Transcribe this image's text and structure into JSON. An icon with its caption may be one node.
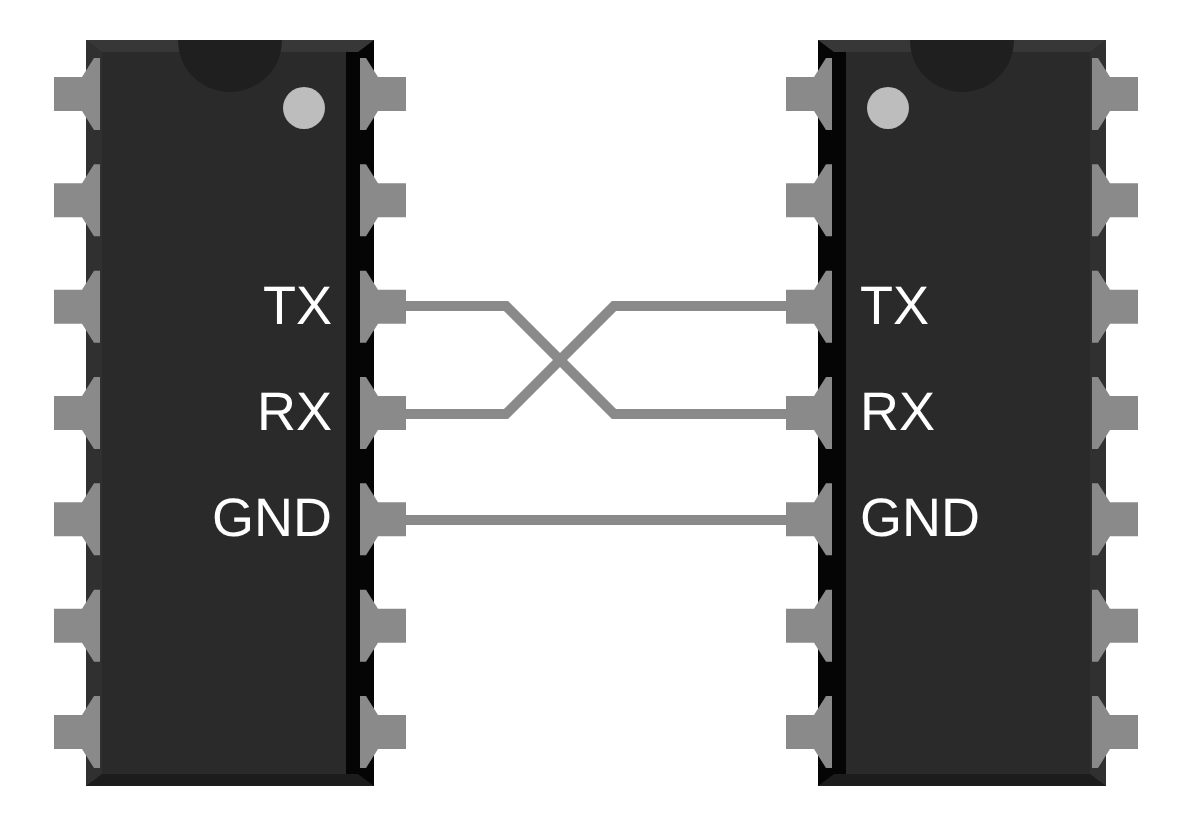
{
  "diagram": {
    "nodes": [
      {
        "text": [],
        "shape": "chip"
      },
      {
        "text": [
          "TX"
        ],
        "in": 0
      },
      {
        "text": [
          "RX"
        ],
        "in": 0
      },
      {
        "text": [
          "GND"
        ],
        "in": 0
      },
      {
        "text": [],
        "shape": "chip"
      },
      {
        "text": [
          "TX"
        ],
        "in": 4
      },
      {
        "text": [
          "RX"
        ],
        "in": 4
      },
      {
        "text": [
          "GND"
        ],
        "in": 4
      }
    ],
    "edges": [
      {
        "from": 1,
        "to": 6,
        "arrow": "none"
      },
      {
        "from": 2,
        "to": 5,
        "arrow": "none"
      },
      {
        "from": 3,
        "to": 7,
        "arrow": "none"
      }
    ]
  }
}
